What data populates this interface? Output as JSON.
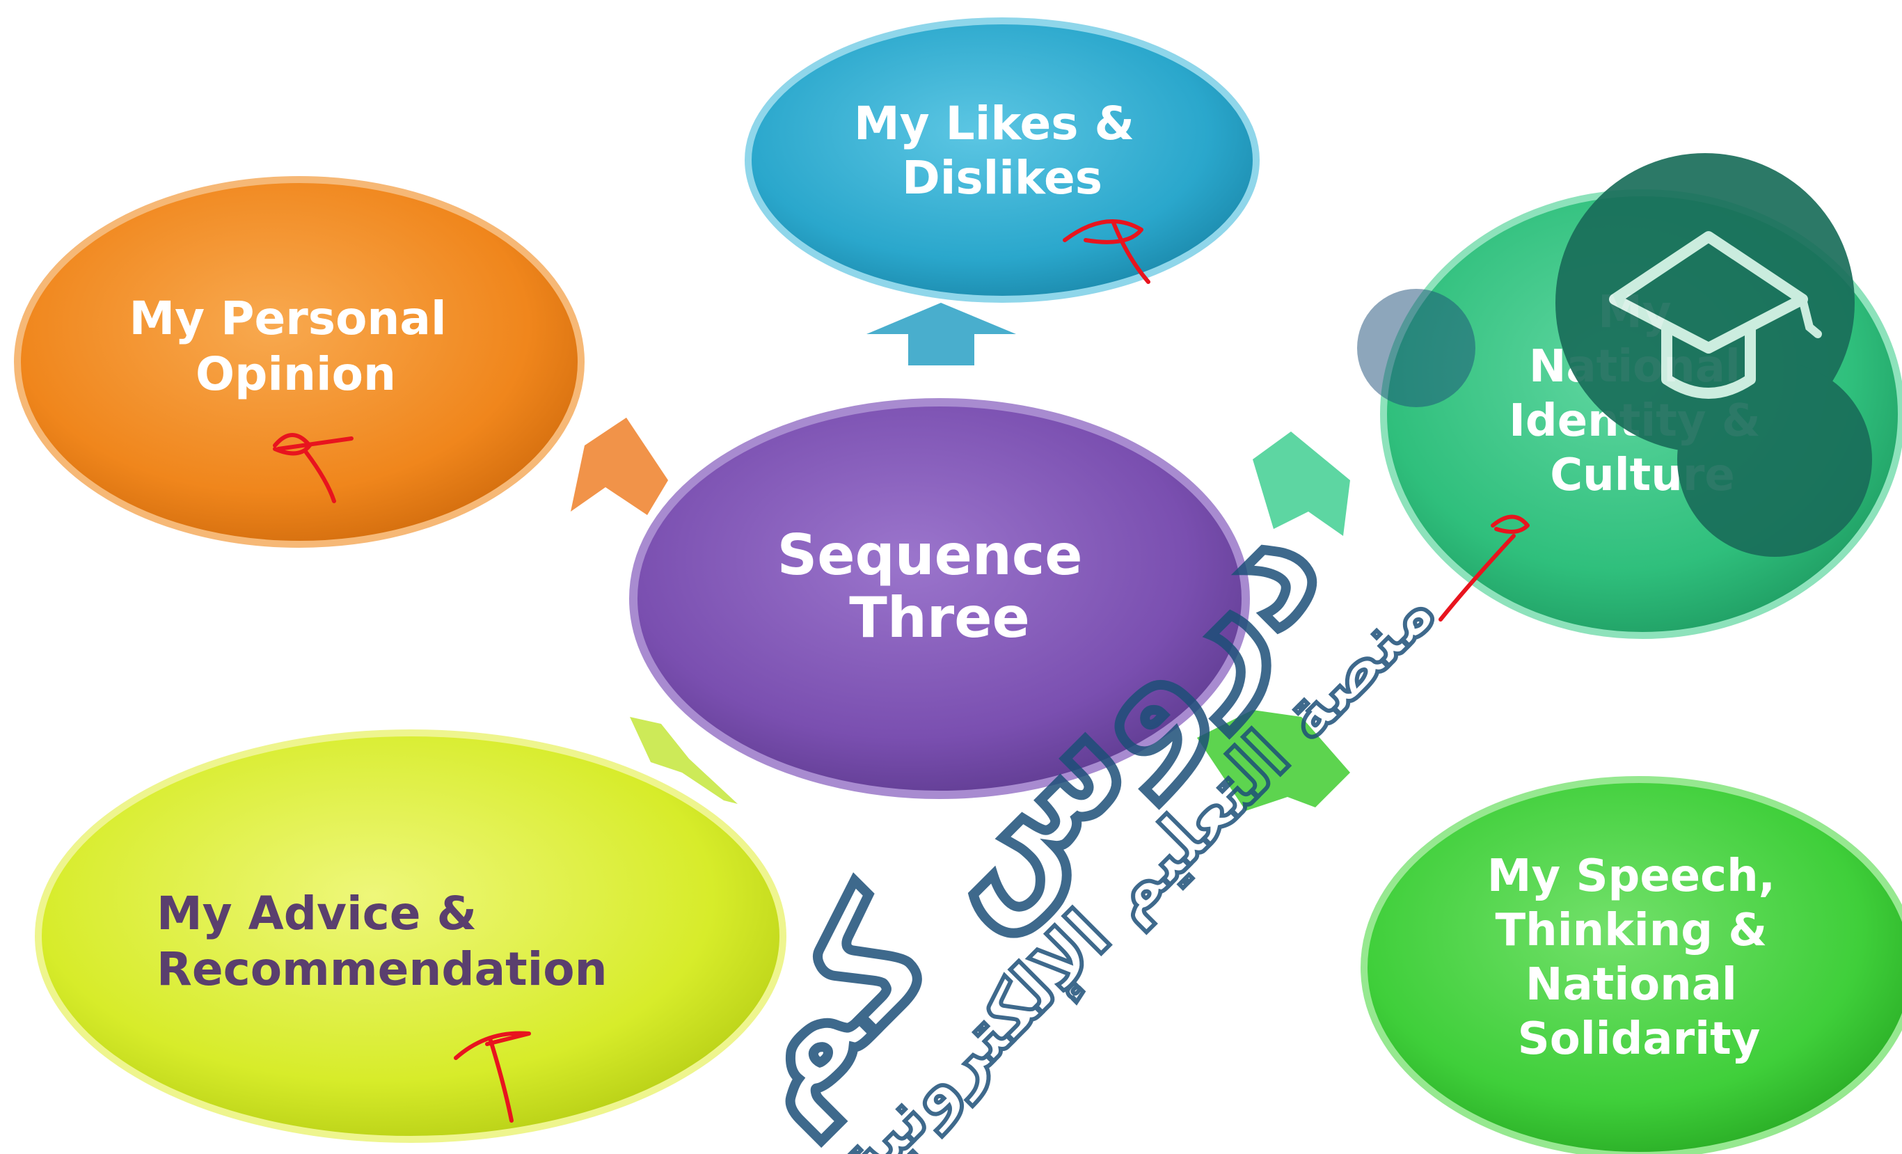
{
  "center": {
    "lines": [
      "Sequence",
      "Three"
    ],
    "color": "#7a4fb0"
  },
  "nodes": [
    {
      "id": "likes",
      "lines": [
        "My Likes &",
        "Dislikes"
      ],
      "color": "#2aa7cc",
      "label_color": "#ffffff"
    },
    {
      "id": "opinion",
      "lines": [
        "My Personal",
        "Opinion"
      ],
      "color": "#f0861c",
      "label_color": "#ffffff"
    },
    {
      "id": "identity",
      "lines": [
        "My",
        "National",
        "Identity &",
        "Culture"
      ],
      "color": "#2fbf7c",
      "label_color": "#ffffff"
    },
    {
      "id": "advice",
      "lines": [
        "My Advice &",
        "Recommendation"
      ],
      "color": "#d7ec2a",
      "label_color": "#5a3f6e"
    },
    {
      "id": "speech",
      "lines": [
        "My Speech,",
        "Thinking &",
        "National",
        "Solidarity"
      ],
      "color": "#3fcf3a",
      "label_color": "#ffffff"
    }
  ],
  "arrow_colors": {
    "up": "#3aa7c9",
    "left": "#f08a3a",
    "right": "#4fd39a",
    "down_left": "#c9e84a",
    "down_right": "#4fd040"
  },
  "annotation_color": "#e8141e",
  "watermark": {
    "brand": "دروس كم",
    "tagline": "منصة التعليم الإلكترونية",
    "color": "#1d4f78"
  },
  "logo": {
    "color": "#1a6e5a"
  }
}
